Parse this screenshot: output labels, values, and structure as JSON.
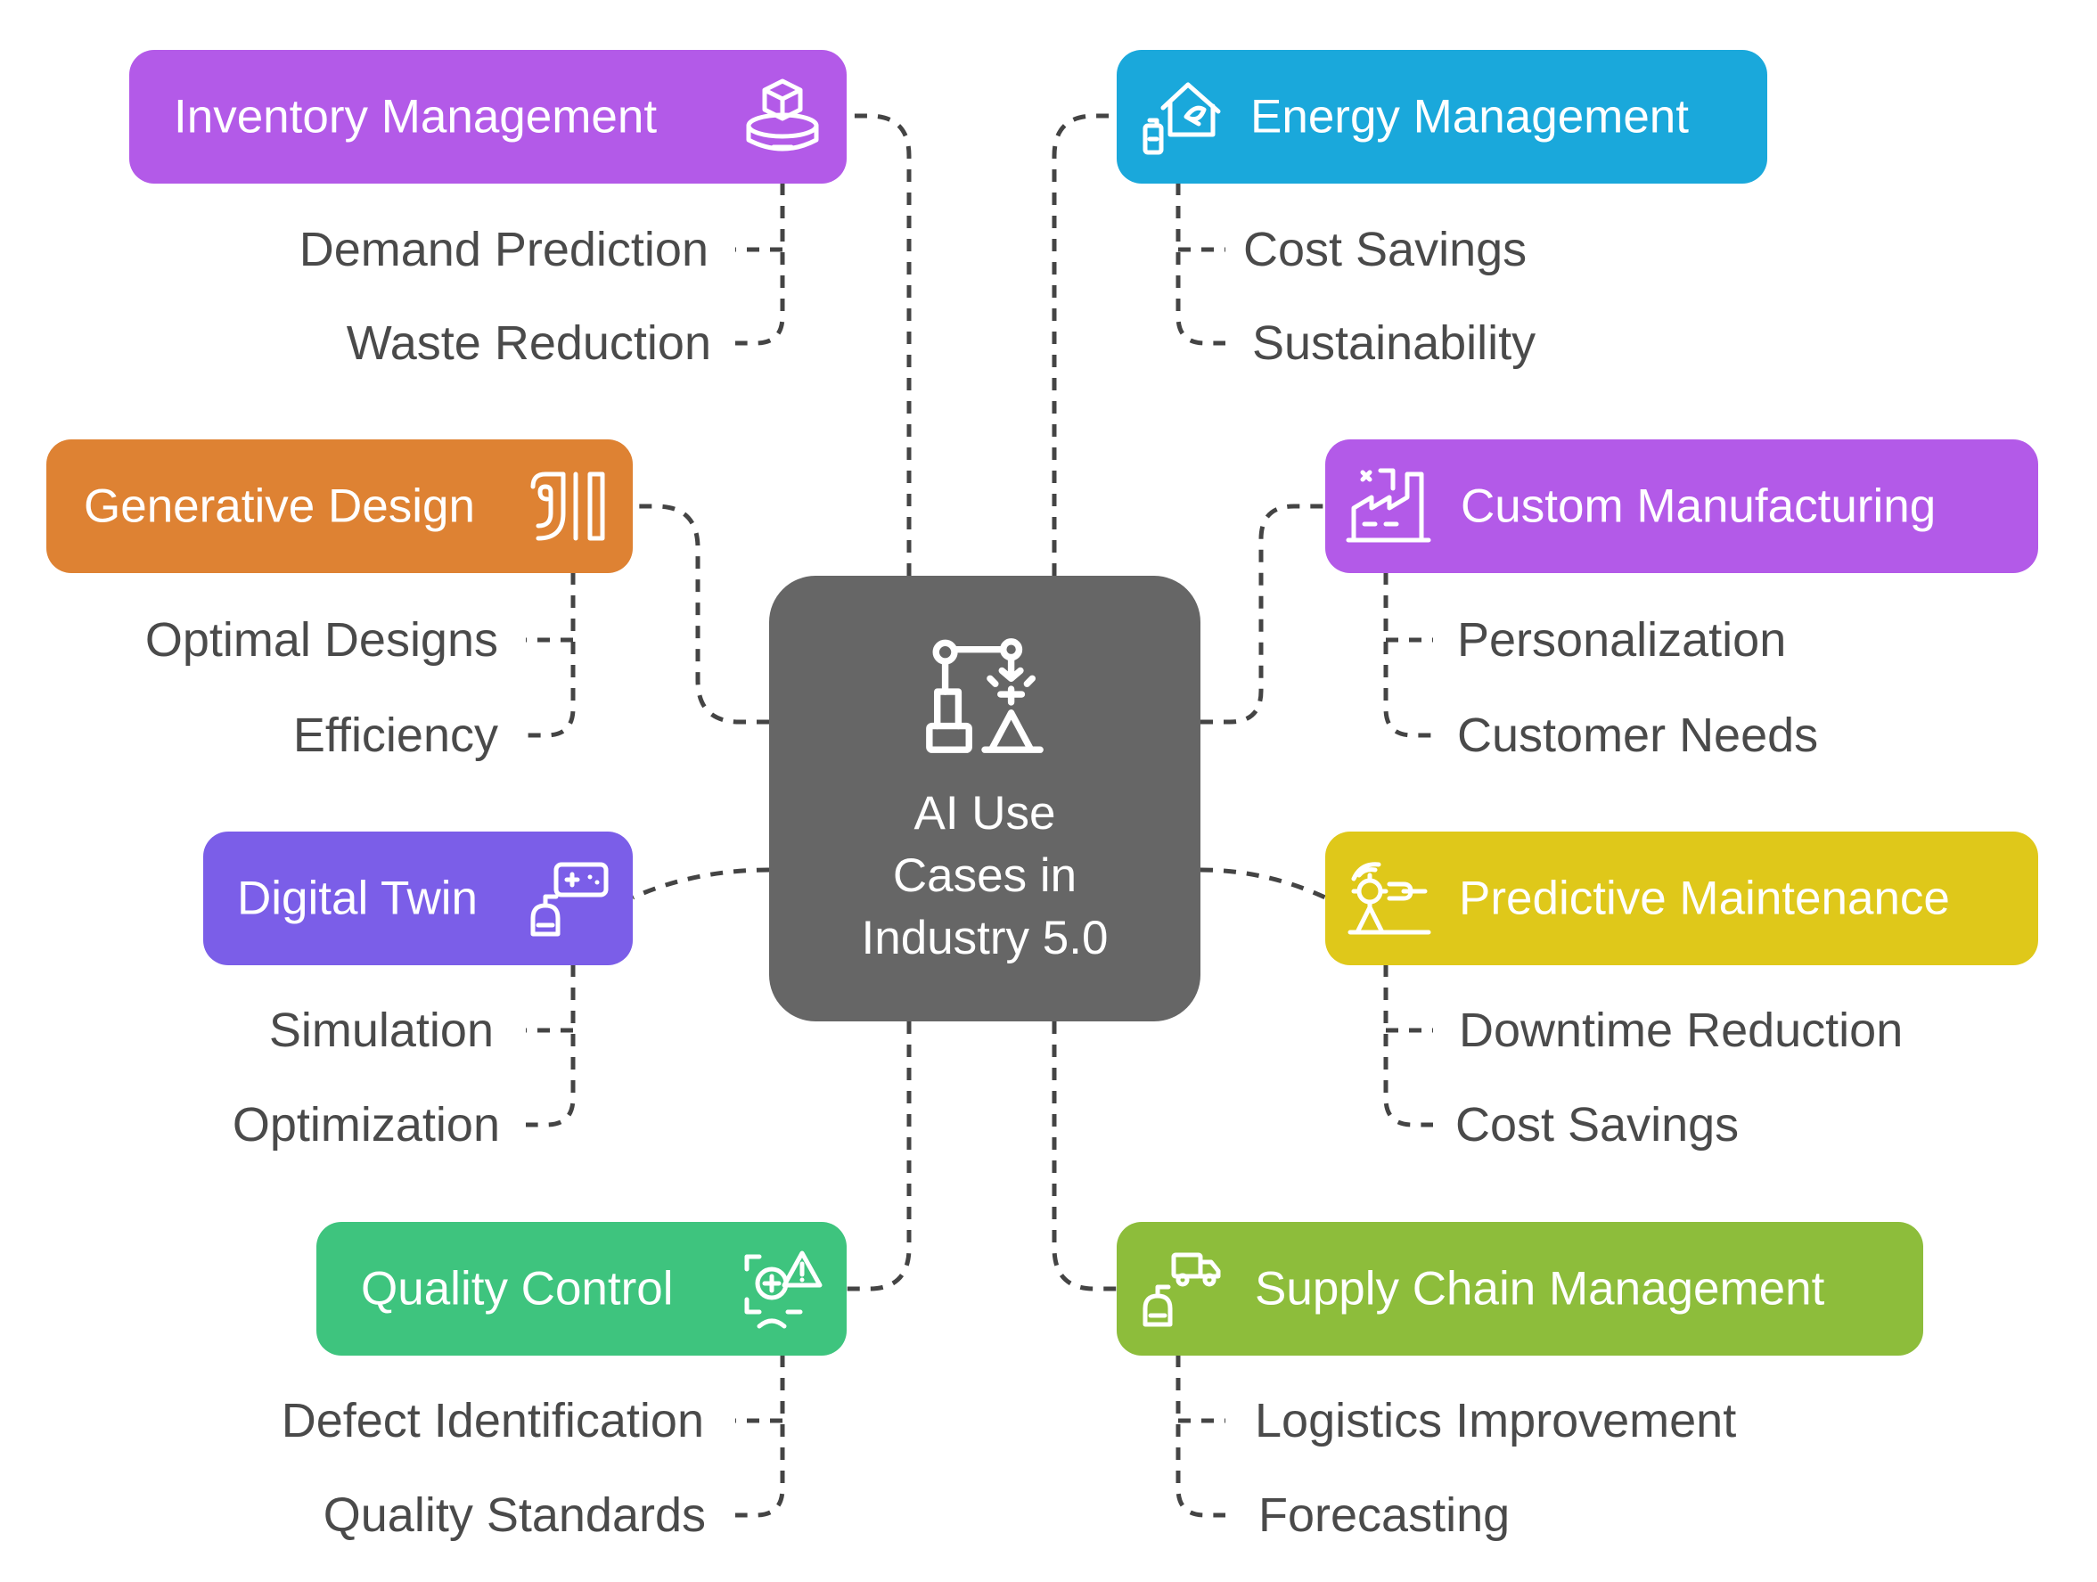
{
  "center": {
    "title": "AI Use\nCases in\nIndustry 5.0",
    "icon": "robot-arm-icon"
  },
  "nodes": [
    {
      "id": "inventory",
      "title": "Inventory Management",
      "color": "#b35ae8",
      "icon": "package-stack-icon",
      "items": [
        "Demand Prediction",
        "Waste Reduction"
      ]
    },
    {
      "id": "energy",
      "title": "Energy Management",
      "color": "#1aa8db",
      "icon": "green-house-icon",
      "items": [
        "Cost Savings",
        "Sustainability"
      ]
    },
    {
      "id": "generative",
      "title": "Generative Design",
      "color": "#de8233",
      "icon": "design-curves-icon",
      "items": [
        "Optimal Designs",
        "Efficiency"
      ]
    },
    {
      "id": "custom",
      "title": "Custom Manufacturing",
      "color": "#b35ae8",
      "icon": "factory-icon",
      "items": [
        "Personalization",
        "Customer Needs"
      ]
    },
    {
      "id": "digital",
      "title": "Digital Twin",
      "color": "#7b5ee8",
      "icon": "robot-controller-icon",
      "items": [
        "Simulation",
        "Optimization"
      ]
    },
    {
      "id": "predictive",
      "title": "Predictive Maintenance",
      "color": "#dfc81a",
      "icon": "gear-signal-icon",
      "items": [
        "Downtime Reduction",
        "Cost Savings"
      ]
    },
    {
      "id": "quality",
      "title": "Quality Control",
      "color": "#3ec47e",
      "icon": "inspection-warning-icon",
      "items": [
        "Defect Identification",
        "Quality Standards"
      ]
    },
    {
      "id": "supply",
      "title": "Supply Chain Management",
      "color": "#8dbd3b",
      "icon": "delivery-truck-robot-icon",
      "items": [
        "Logistics Improvement",
        "Forecasting"
      ]
    }
  ]
}
